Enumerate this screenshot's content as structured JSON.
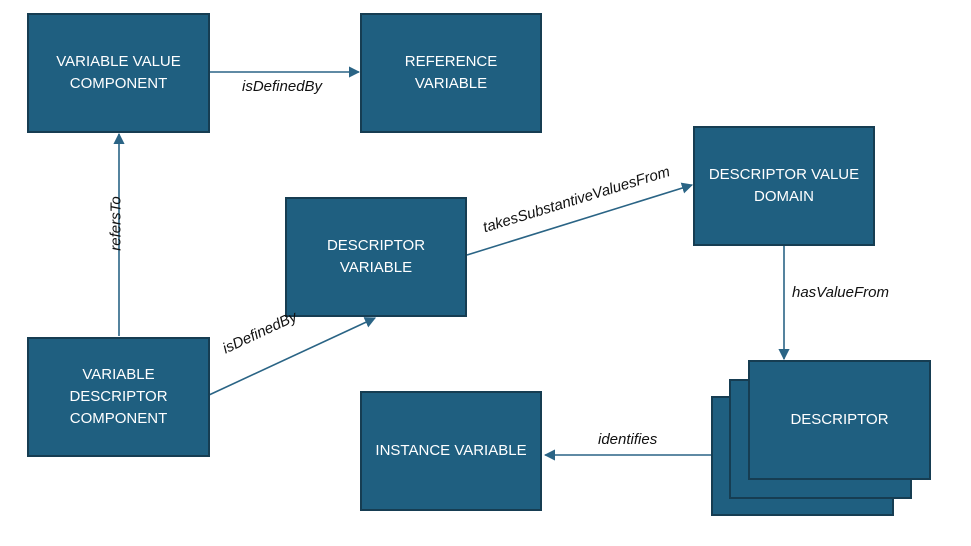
{
  "colors": {
    "box_fill": "#1f5f80",
    "box_border": "#163d52",
    "arrow": "#2a6485",
    "text": "#ffffff"
  },
  "nodes": {
    "variable_value_component": {
      "line1": "VARIABLE VALUE",
      "line2": "COMPONENT"
    },
    "reference_variable": {
      "line1": "REFERENCE VARIABLE"
    },
    "descriptor_variable": {
      "line1": "DESCRIPTOR",
      "line2": "VARIABLE"
    },
    "descriptor_value_domain": {
      "line1": "DESCRIPTOR VALUE",
      "line2": "DOMAIN"
    },
    "variable_descriptor_component": {
      "line1": "VARIABLE",
      "line2": "DESCRIPTOR",
      "line3": "COMPONENT"
    },
    "instance_variable": {
      "line1": "INSTANCE VARIABLE"
    },
    "descriptor": {
      "line1": "DESCRIPTOR"
    }
  },
  "edges": {
    "vvc_to_ref": "isDefinedBy",
    "vdc_to_vvc": "refersTo",
    "vdc_to_dv": "isDefinedBy",
    "dv_to_dvd": "takesSubstantiveValuesFrom",
    "dvd_to_desc": "hasValueFrom",
    "desc_to_iv": "identifies"
  }
}
